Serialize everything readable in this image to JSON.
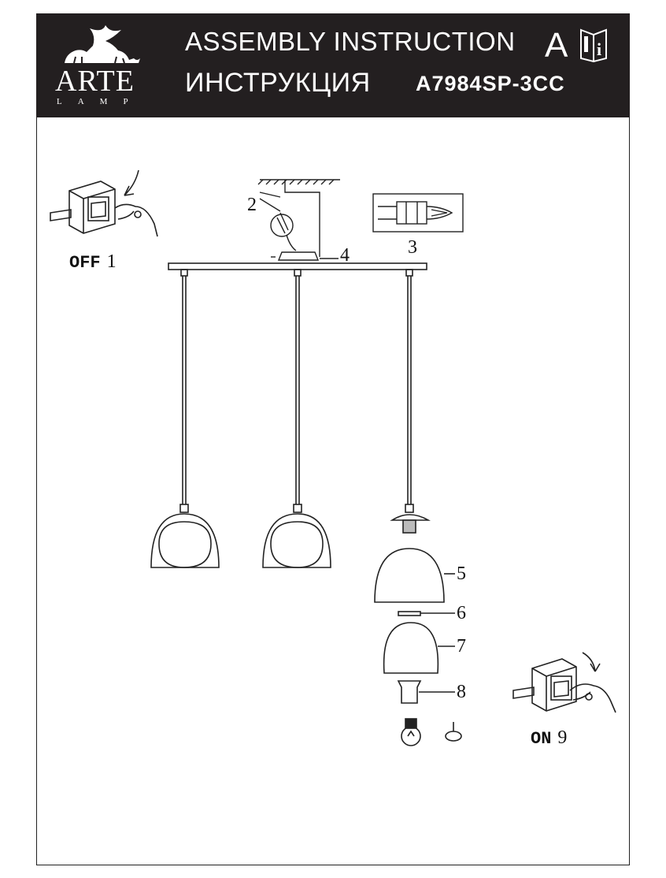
{
  "header": {
    "brand": "ARTE",
    "brand_sub": "LAMP",
    "title_en": "ASSEMBLY  INSTRUCTION",
    "title_ru": "ИНСТРУКЦИЯ",
    "model": "A7984SP-3CC",
    "lang_letter": "A",
    "info_glyph": "i"
  },
  "steps": {
    "off_label": "OFF",
    "off_num": "1",
    "on_label": "ON",
    "on_num": "9"
  },
  "callouts": [
    "2",
    "3",
    "4",
    "5",
    "6",
    "7",
    "8"
  ],
  "colors": {
    "header_bg": "#231f20",
    "line": "#222222"
  }
}
